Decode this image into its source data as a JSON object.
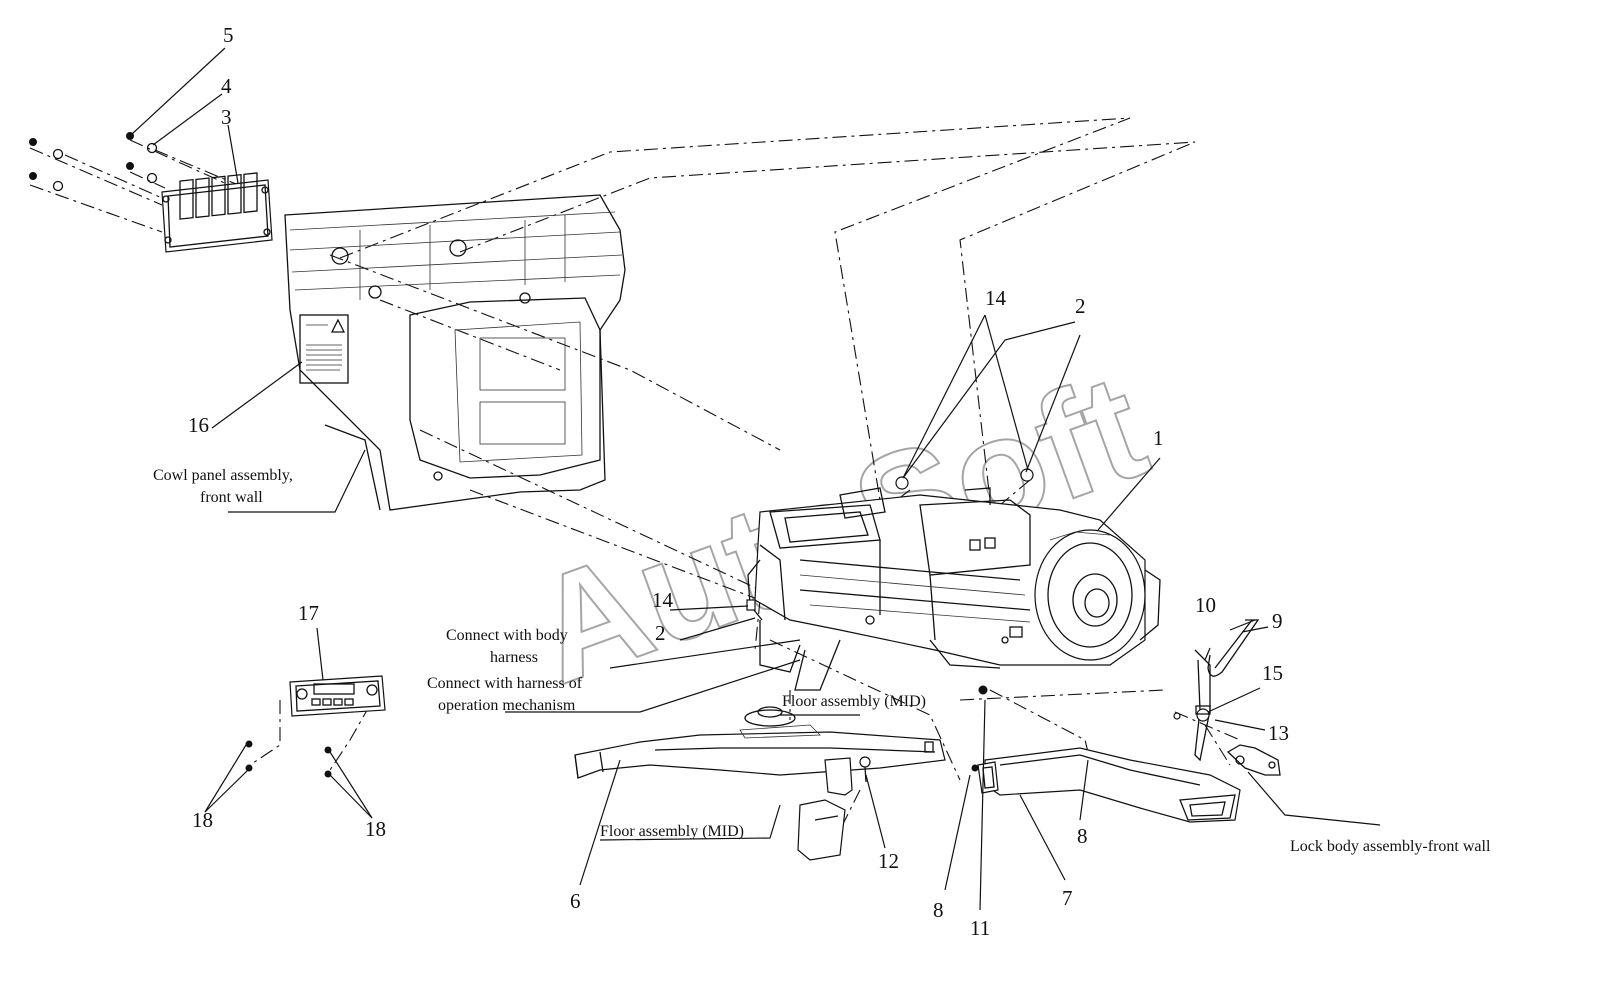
{
  "watermark": "AutoSoft",
  "callouts": {
    "n1": "1",
    "n2a": "2",
    "n2b": "2",
    "n3": "3",
    "n4": "4",
    "n5": "5",
    "n6": "6",
    "n7": "7",
    "n8a": "8",
    "n8b": "8",
    "n9": "9",
    "n10": "10",
    "n11": "11",
    "n12": "12",
    "n13": "13",
    "n14a": "14",
    "n14b": "14",
    "n15": "15",
    "n16": "16",
    "n17": "17",
    "n18a": "18",
    "n18b": "18"
  },
  "labels": {
    "cowl_line1": "Cowl panel assembly,",
    "cowl_line2": "front wall",
    "connect_body_line1": "Connect with body",
    "connect_body_line2": "harness",
    "connect_op_line1": "Connect with harness of",
    "connect_op_line2": "operation mechanism",
    "floor_mid_upper": "Floor assembly (MID)",
    "floor_mid_lower": "Floor assembly (MID)",
    "lock_body": "Lock body assembly-front wall"
  }
}
